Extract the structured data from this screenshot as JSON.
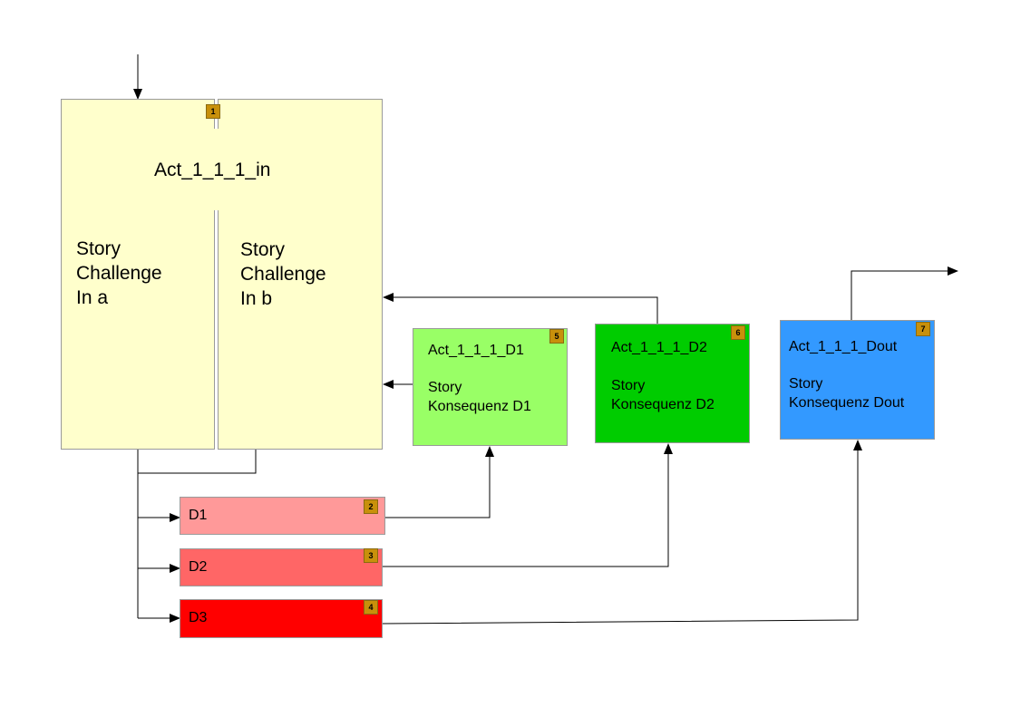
{
  "act_in": {
    "badge": "1",
    "title": "Act_1_1_1_in",
    "left": {
      "line1": "Story",
      "line2": "Challenge",
      "line3": "In a"
    },
    "right": {
      "line1": "Story",
      "line2": "Challenge",
      "line3": "In b"
    }
  },
  "d_boxes": [
    {
      "label": "D1",
      "badge": "2",
      "color": "#ff9999"
    },
    {
      "label": "D2",
      "badge": "3",
      "color": "#ff6666"
    },
    {
      "label": "D3",
      "badge": "4",
      "color": "#ff0000"
    }
  ],
  "act_boxes": [
    {
      "title": "Act_1_1_1_D1",
      "badge": "5",
      "line1": "Story",
      "line2": "Konsequenz D1",
      "color": "#99ff66"
    },
    {
      "title": "Act_1_1_1_D2",
      "badge": "6",
      "line1": "Story",
      "line2": "Konsequenz D2",
      "color": "#00cc00"
    },
    {
      "title": "Act_1_1_1_Dout",
      "badge": "7",
      "line1": "Story",
      "line2": "Konsequenz Dout",
      "color": "#3399ff"
    }
  ],
  "colors": {
    "act_in_fill": "#ffffcc",
    "badge": "#c8900b",
    "connector": "#000000"
  }
}
